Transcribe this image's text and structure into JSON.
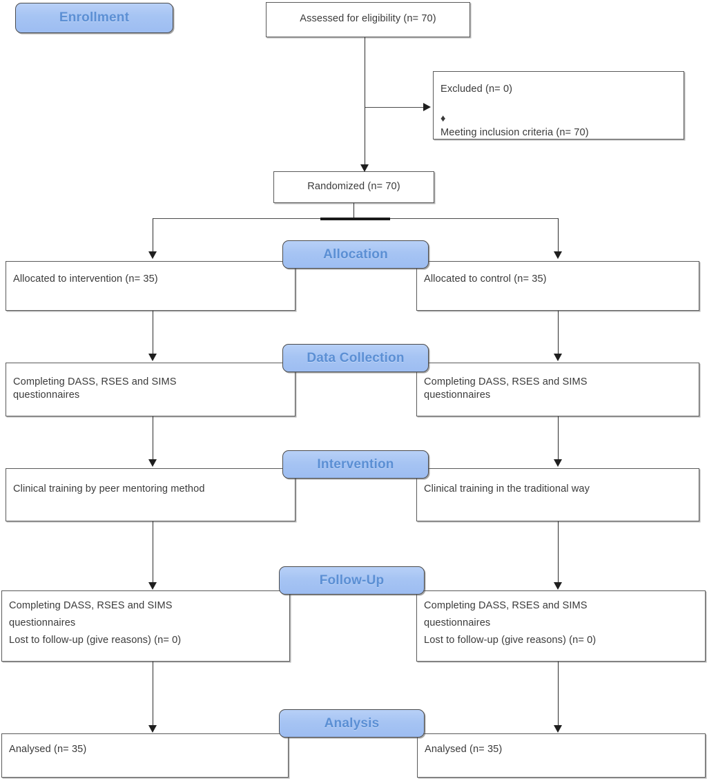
{
  "diagram": {
    "title": "CONSORT flow diagram",
    "colors": {
      "pill_fill": "#a6c4f3",
      "pill_text": "#5b8fd4",
      "pill_border": "#4a4a4a",
      "box_border": "#595959",
      "box_text": "#3a3a3a",
      "connector": "#2b2b2b",
      "background": "#ffffff"
    }
  },
  "stages": [
    {
      "key": "enrollment",
      "label": "Enrollment"
    },
    {
      "key": "allocation",
      "label": "Allocation"
    },
    {
      "key": "data_collection",
      "label": "Data Collection"
    },
    {
      "key": "intervention",
      "label": "Intervention"
    },
    {
      "key": "follow_up",
      "label": "Follow-Up"
    },
    {
      "key": "analysis",
      "label": "Analysis"
    }
  ],
  "enrollment": {
    "assessed": "Assessed for eligibility (n= 70)",
    "excluded_title": "Excluded (n= 0)",
    "excluded_bullet_marker": "♦",
    "excluded_bullet": "Meeting inclusion criteria (n= 70)",
    "randomized": "Randomized (n= 70)"
  },
  "arms": {
    "intervention": {
      "allocation": "Allocated to intervention (n= 35)",
      "data_collection": "Completing DASS, RSES and SIMS\n   questionnaires",
      "intervention": "Clinical training by peer mentoring method",
      "follow_up_line1": "Completing DASS, RSES and SIMS",
      "follow_up_line2": "   questionnaires",
      "follow_up_line3": "Lost to follow-up (give reasons) (n= 0)",
      "analysis": "Analysed (n= 35)"
    },
    "control": {
      "allocation": "Allocated to control (n= 35)",
      "data_collection": "Completing DASS, RSES and SIMS\n   questionnaires",
      "intervention": "Clinical training in the traditional way",
      "follow_up_line1": "Completing DASS, RSES and SIMS",
      "follow_up_line2": "   questionnaires",
      "follow_up_line3": "Lost to follow-up (give reasons) (n= 0)",
      "analysis": "Analysed (n= 35)"
    }
  }
}
